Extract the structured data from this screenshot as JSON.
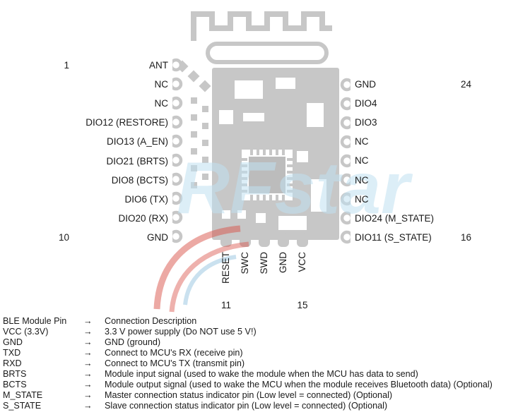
{
  "module": {
    "watermark": "RFstar",
    "left_pins": [
      {
        "number": "1",
        "label": "ANT"
      },
      {
        "number": "",
        "label": "NC"
      },
      {
        "number": "",
        "label": "NC"
      },
      {
        "number": "",
        "label": "DIO12 (RESTORE)"
      },
      {
        "number": "",
        "label": "DIO13 (A_EN)"
      },
      {
        "number": "",
        "label": "DIO21 (BRTS)"
      },
      {
        "number": "",
        "label": "DIO8 (BCTS)"
      },
      {
        "number": "",
        "label": "DIO6 (TX)"
      },
      {
        "number": "",
        "label": "DIO20 (RX)"
      },
      {
        "number": "10",
        "label": "GND"
      }
    ],
    "right_pins": [
      {
        "number": "24",
        "label": "GND"
      },
      {
        "number": "",
        "label": "DIO4"
      },
      {
        "number": "",
        "label": "DIO3"
      },
      {
        "number": "",
        "label": "NC"
      },
      {
        "number": "",
        "label": "NC"
      },
      {
        "number": "",
        "label": "NC"
      },
      {
        "number": "",
        "label": "NC"
      },
      {
        "number": "",
        "label": "DIO24 (M_STATE)"
      },
      {
        "number": "16",
        "label": "DIO11 (S_STATE)"
      }
    ],
    "bottom_pins": [
      {
        "number": "11",
        "label": "RESET"
      },
      {
        "number": "",
        "label": "SWC"
      },
      {
        "number": "",
        "label": "SWD"
      },
      {
        "number": "",
        "label": "GND"
      },
      {
        "number": "15",
        "label": "VCC"
      }
    ]
  },
  "legend": {
    "arrow": "→",
    "rows": [
      {
        "pin": "BLE Module Pin",
        "description": "Connection Description"
      },
      {
        "pin": "VCC (3.3V)",
        "description": "3.3 V power supply (Do NOT use 5 V!)"
      },
      {
        "pin": "GND",
        "description": "GND (ground)"
      },
      {
        "pin": "TXD",
        "description": "Connect to MCU's RX (receive pin)"
      },
      {
        "pin": "RXD",
        "description": "Connect to MCU's TX (transmit pin)"
      },
      {
        "pin": "BRTS",
        "description": "Module input signal (used to wake the module when the MCU has data to send)"
      },
      {
        "pin": "BCTS",
        "description": "Module output signal (used to wake the MCU when the module receives Bluetooth data) (Optional)"
      },
      {
        "pin": "M_STATE",
        "description": "Master connection status indicator pin (Low level = connected) (Optional)"
      },
      {
        "pin": "S_STATE",
        "description": "Slave connection status indicator pin (Low level = connected) (Optional)"
      }
    ]
  },
  "colors": {
    "module_gray": "#c7c7c7",
    "ic_gray": "#bcbcbc",
    "text": "#1a1a1a",
    "watermark_blue": "#bfe0f1",
    "watermark_red": "#d9534a"
  }
}
